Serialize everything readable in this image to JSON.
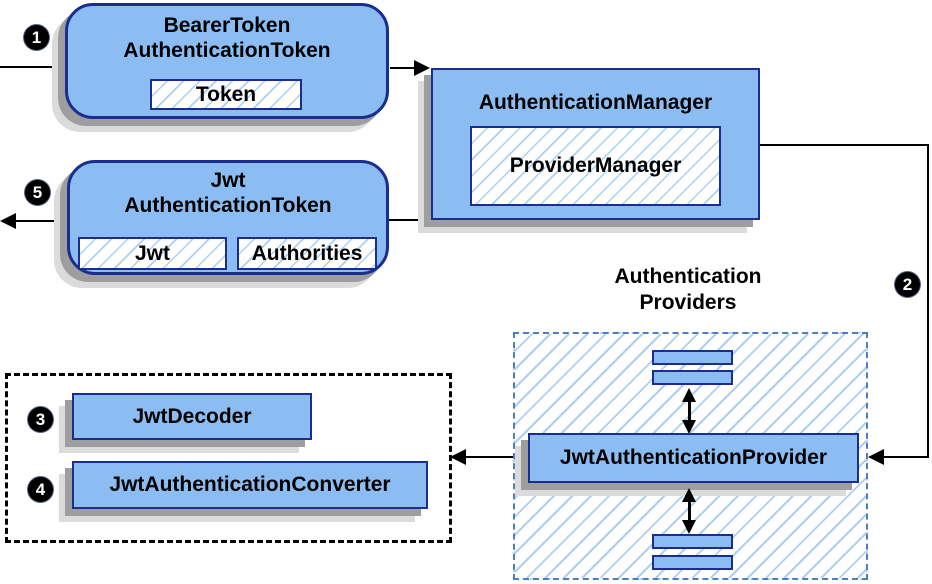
{
  "colors": {
    "node_fill": "#8BBDF2",
    "node_border": "#1B2E8F",
    "hatch": "#AECFF2",
    "providers_border": "#4D7FC0",
    "shadow_dark": "#9E9E9E",
    "shadow_light": "#DBDBDB",
    "arrow": "#000000"
  },
  "badges": {
    "step1": "1",
    "step2": "2",
    "step3": "3",
    "step4": "4",
    "step5": "5"
  },
  "nodes": {
    "bearer": {
      "line1": "BearerToken",
      "line2": "AuthenticationToken",
      "token": "Token"
    },
    "manager": {
      "title": "AuthenticationManager",
      "inner": "ProviderManager"
    },
    "jwt_token": {
      "line1": "Jwt",
      "line2": "AuthenticationToken",
      "jwt": "Jwt",
      "authorities": "Authorities"
    },
    "providers": {
      "label_line1": "Authentication",
      "label_line2": "Providers",
      "provider": "JwtAuthenticationProvider"
    },
    "decoder_group": {
      "decoder": "JwtDecoder",
      "converter": "JwtAuthenticationConverter"
    }
  }
}
